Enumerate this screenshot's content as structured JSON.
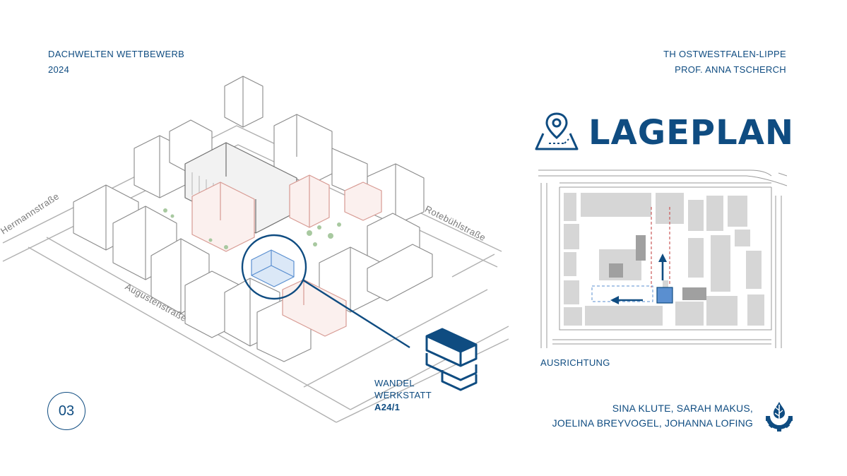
{
  "header": {
    "competition_line1": "DACHWELTEN WETTBEWERB",
    "competition_line2": "2024",
    "school_line1": "TH OSTWESTFALEN-LIPPE",
    "school_line2": "PROF. ANNA TSCHERCH"
  },
  "headline": "LAGEPLAN",
  "streets": {
    "left": "Hermannstraße",
    "bottom": "Augustenstraße",
    "right": "Rotebühlstraße"
  },
  "project": {
    "line1": "WANDEL",
    "line2": "WERKSTATT",
    "code": "A24/1"
  },
  "page_number": "03",
  "plan_caption": "AUSRICHTUNG",
  "authors": {
    "line1": "SINA KLUTE, SARAH MAKUS,",
    "line2": "JOELINA BREYVOGEL, JOHANNA LOFING"
  },
  "colors": {
    "accent": "#0f4c81",
    "highlight": "#5a8fd0",
    "brick": "#d79a93",
    "building_gray": "#d6d6d6",
    "line_gray": "#8a8a8a"
  },
  "icons": [
    "map-pin-icon",
    "module-stack-icon",
    "university-logo-icon"
  ]
}
